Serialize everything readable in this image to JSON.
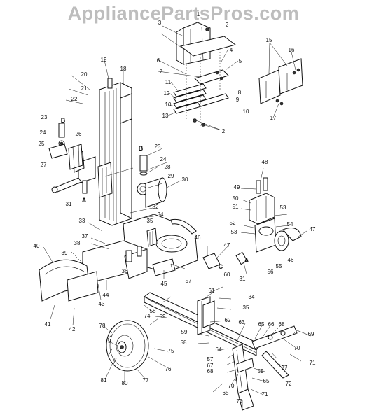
{
  "watermark": "AppliancePartsPros.com",
  "callouts": [
    "1",
    "2",
    "3",
    "4",
    "5",
    "6",
    "7",
    "8",
    "9",
    "10",
    "11",
    "12",
    "13",
    "15",
    "16",
    "17",
    "18",
    "19",
    "20",
    "21",
    "22",
    "23",
    "24",
    "25",
    "26",
    "27",
    "28",
    "29",
    "30",
    "31",
    "32",
    "33",
    "34",
    "35",
    "36",
    "37",
    "38",
    "39",
    "40",
    "41",
    "42",
    "43",
    "44",
    "45",
    "46",
    "47",
    "48",
    "49",
    "50",
    "51",
    "52",
    "53",
    "54",
    "55",
    "56",
    "57",
    "58",
    "59",
    "60",
    "61",
    "62",
    "63",
    "64",
    "65",
    "66",
    "67",
    "68",
    "69",
    "70",
    "71",
    "72",
    "73",
    "74",
    "75",
    "76",
    "77",
    "78",
    "79",
    "80",
    "81",
    "A",
    "B",
    "C"
  ]
}
